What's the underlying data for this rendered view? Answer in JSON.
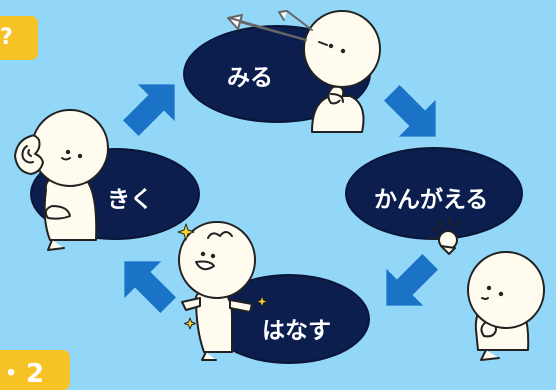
{
  "corner_tabs": {
    "top": "?",
    "bottom": "・2"
  },
  "steps": {
    "see": "みる",
    "think": "かんがえる",
    "speak": "はなす",
    "listen": "きく"
  },
  "colors": {
    "background": "#92d7f7",
    "ellipse": "#0c1e4e",
    "arrow": "#1b73c8",
    "tab": "#f6c226"
  },
  "icons": [
    "see-arrows-icon",
    "ear-icon",
    "lightbulb-icon",
    "sparkle-icon"
  ]
}
